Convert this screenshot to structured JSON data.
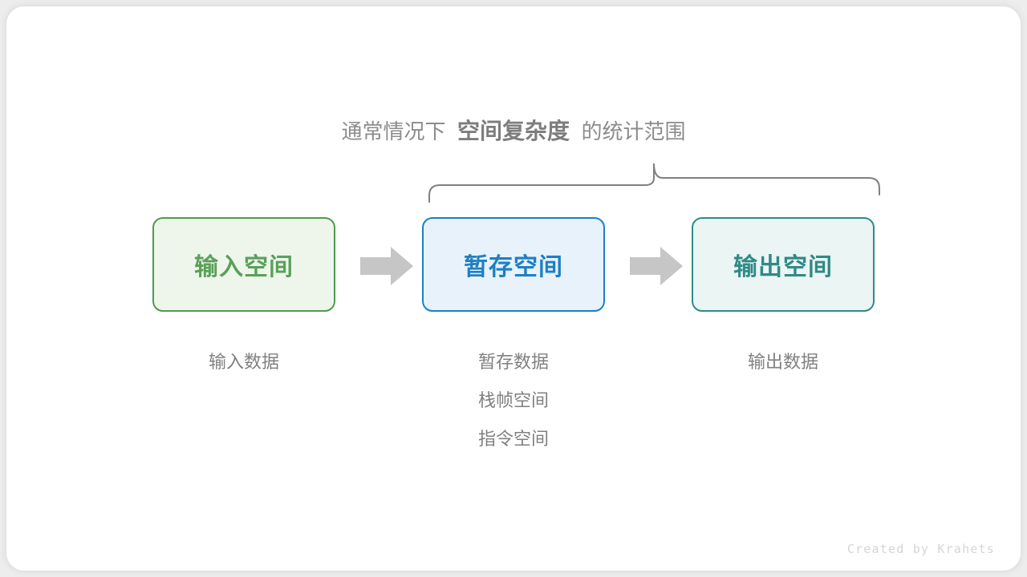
{
  "canvas": {
    "background": "#ededed",
    "card_background": "#ffffff"
  },
  "caption": {
    "prefix": "通常情况下",
    "emphasis": "空间复杂度",
    "suffix": "的统计范围"
  },
  "brace": {
    "name": "scope-brace",
    "color": "#808080",
    "spans": [
      "暂存空间",
      "输出空间"
    ]
  },
  "boxes": [
    {
      "id": "input-space",
      "label": "输入空间",
      "text_color": "#5aa05a",
      "border_color": "#4e9a4e",
      "fill_color": "#eef6ec"
    },
    {
      "id": "temp-space",
      "label": "暂存空间",
      "text_color": "#1f7fc4",
      "border_color": "#1b7fc8",
      "fill_color": "#e7f2fb"
    },
    {
      "id": "output-space",
      "label": "输出空间",
      "text_color": "#2f8a87",
      "border_color": "#2e8b88",
      "fill_color": "#ebf5f3"
    }
  ],
  "arrows": [
    {
      "id": "arrow-input-to-temp",
      "color": "#c6c6c6"
    },
    {
      "id": "arrow-temp-to-output",
      "color": "#c6c6c6"
    }
  ],
  "sublabels": {
    "color": "#808080",
    "input": [
      "输入数据"
    ],
    "temp": [
      "暂存数据",
      "栈帧空间",
      "指令空间"
    ],
    "output": [
      "输出数据"
    ]
  },
  "footer": {
    "credit": "Created by Krahets",
    "color": "#d5d5d5"
  }
}
